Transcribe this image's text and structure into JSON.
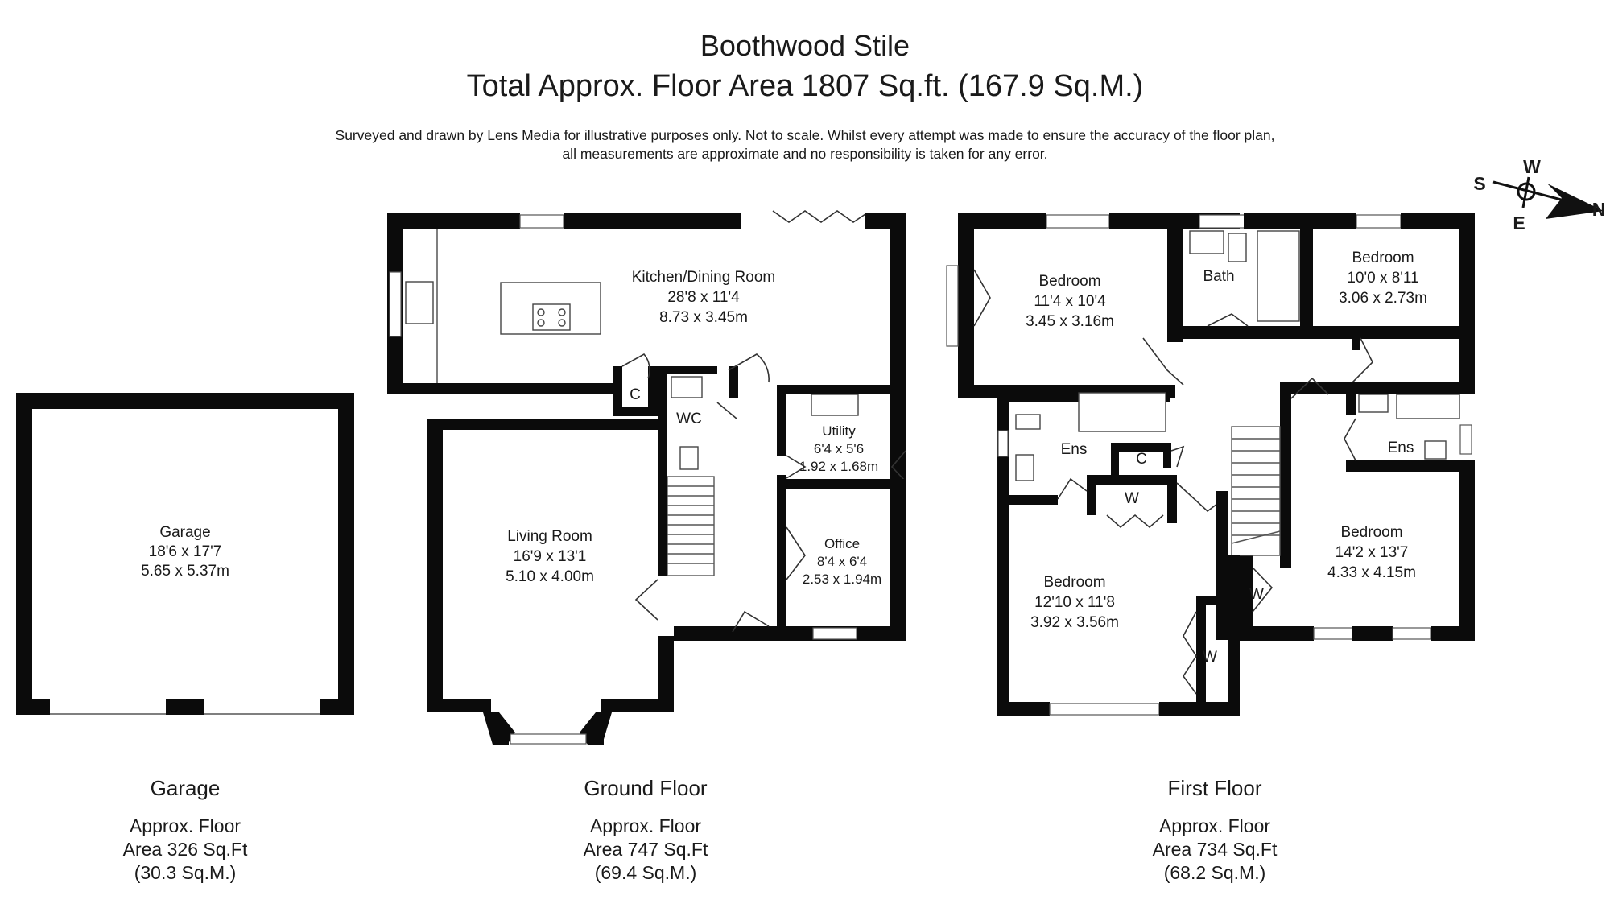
{
  "header": {
    "title": "Boothwood Stile",
    "subtitle": "Total Approx. Floor Area 1807 Sq.ft. (167.9 Sq.M.)",
    "disclaimer_line1": "Surveyed and drawn by Lens Media for illustrative purposes only. Not to scale. Whilst every attempt was made to ensure the accuracy of the floor plan,",
    "disclaimer_line2": "all measurements are approximate and no responsibility is taken for any error."
  },
  "compass": {
    "w": "W",
    "s": "S",
    "e": "E",
    "n": "N"
  },
  "garage": {
    "room": {
      "name": "Garage",
      "imperial": "18'6 x 17'7",
      "metric": "5.65 x 5.37m"
    },
    "footer": {
      "title": "Garage",
      "line1": "Approx. Floor",
      "line2": "Area 326 Sq.Ft",
      "line3": "(30.3 Sq.M.)"
    }
  },
  "ground_floor": {
    "kitchen": {
      "name": "Kitchen/Dining Room",
      "imperial": "28'8 x 11'4",
      "metric": "8.73 x 3.45m"
    },
    "cupboard": "C",
    "wc": "WC",
    "utility": {
      "name": "Utility",
      "imperial": "6'4 x 5'6",
      "metric": "1.92 x 1.68m"
    },
    "living": {
      "name": "Living Room",
      "imperial": "16'9 x 13'1",
      "metric": "5.10 x 4.00m"
    },
    "office": {
      "name": "Office",
      "imperial": "8'4 x 6'4",
      "metric": "2.53 x 1.94m"
    },
    "footer": {
      "title": "Ground Floor",
      "line1": "Approx. Floor",
      "line2": "Area 747 Sq.Ft",
      "line3": "(69.4 Sq.M.)"
    }
  },
  "first_floor": {
    "bedroom1": {
      "name": "Bedroom",
      "imperial": "11'4 x 10'4",
      "metric": "3.45 x 3.16m"
    },
    "bath": "Bath",
    "bedroom2": {
      "name": "Bedroom",
      "imperial": "10'0 x 8'11",
      "metric": "3.06 x 2.73m"
    },
    "ens_left": "Ens",
    "cupboard": "C",
    "wardrobe_mid": "W",
    "ens_right": "Ens",
    "bedroom3": {
      "name": "Bedroom",
      "imperial": "12'10 x 11'8",
      "metric": "3.92 x 3.56m"
    },
    "wardrobe_left": "W",
    "wardrobe_right": "W",
    "bedroom4": {
      "name": "Bedroom",
      "imperial": "14'2 x 13'7",
      "metric": "4.33 x 4.15m"
    },
    "footer": {
      "title": "First Floor",
      "line1": "Approx. Floor",
      "line2": "Area 734 Sq.Ft",
      "line3": "(68.2 Sq.M.)"
    }
  }
}
